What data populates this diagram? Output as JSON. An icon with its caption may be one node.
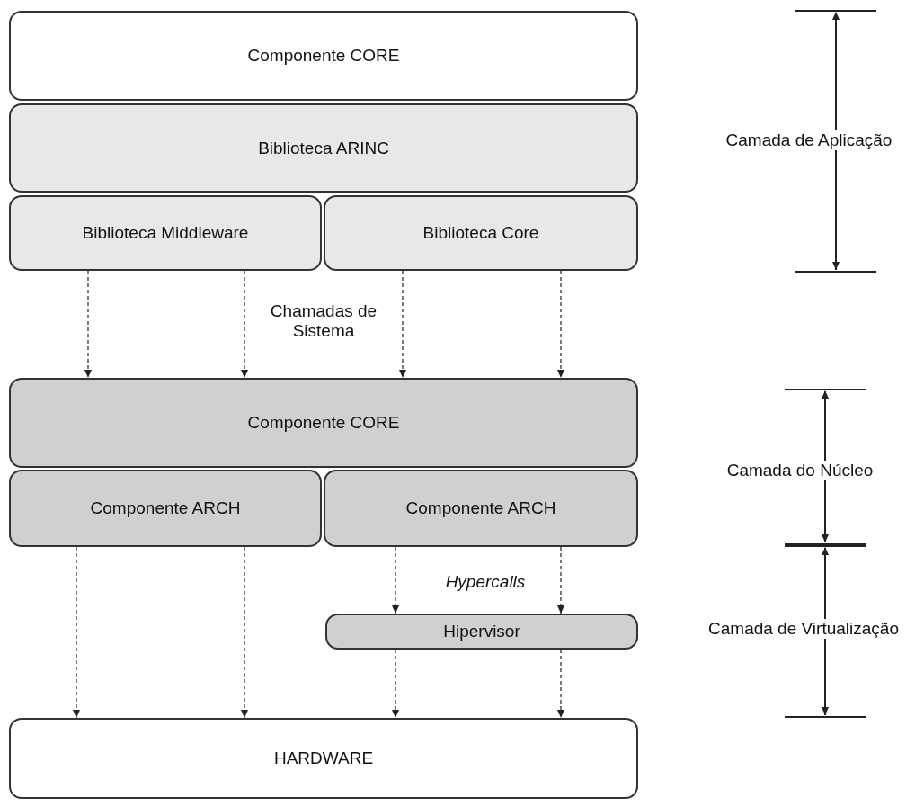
{
  "diagram": {
    "nodes": [
      {
        "text": [
          "Componente CORE"
        ]
      },
      {
        "text": [
          "Biblioteca ARINC"
        ]
      },
      {
        "text": [
          "Biblioteca Middleware"
        ]
      },
      {
        "text": [
          "Biblioteca Core"
        ]
      },
      {
        "text": [
          "Componente CORE"
        ]
      },
      {
        "text": [
          "Componente ARCH"
        ]
      },
      {
        "text": [
          "Componente ARCH"
        ]
      },
      {
        "text": [
          "Hipervisor"
        ]
      },
      {
        "text": [
          "HARDWARE"
        ]
      }
    ],
    "edges": [
      {
        "from": 2,
        "to": 4,
        "arrow": "to",
        "style": "dashed"
      },
      {
        "from": 2,
        "to": 4,
        "arrow": "to",
        "style": "dashed"
      },
      {
        "from": 3,
        "to": 4,
        "arrow": "to",
        "style": "dashed"
      },
      {
        "from": 3,
        "to": 4,
        "arrow": "to",
        "style": "dashed"
      },
      {
        "from": 5,
        "to": 8,
        "arrow": "to",
        "style": "dashed"
      },
      {
        "from": 5,
        "to": 8,
        "arrow": "to",
        "style": "dashed"
      },
      {
        "from": 6,
        "to": 7,
        "arrow": "to",
        "style": "dashed"
      },
      {
        "from": 6,
        "to": 7,
        "arrow": "to",
        "style": "dashed"
      },
      {
        "from": 7,
        "to": 8,
        "arrow": "to",
        "style": "dashed"
      },
      {
        "from": 7,
        "to": 8,
        "arrow": "to",
        "style": "dashed"
      }
    ],
    "labels": [
      "Camada de Aplicação",
      "Chamadas de Sistema",
      "Camada do Núcleo",
      "Hypercalls",
      "Camada de Virtualização"
    ]
  }
}
